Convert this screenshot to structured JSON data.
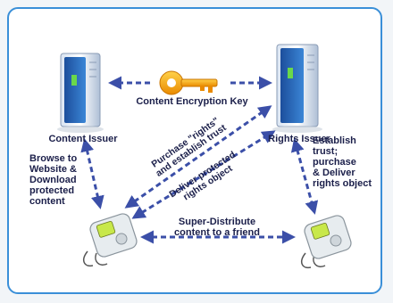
{
  "nodes": {
    "content_issuer": "Content Issuer",
    "rights_issuer": "Rights Issuer"
  },
  "edges": {
    "key_label": "Content Encryption Key",
    "browse_label": "Browse to\nWebsite &\nDownload\nprotected\ncontent",
    "purchase_label": "Purchase \"rights\"\nand establish trust",
    "deliver_label": "Deliver protected\nrights object",
    "establish_label": "Establish\ntrust;\npurchase\n& Deliver\nrights object",
    "superdistribute_label": "Super-Distribute\ncontent to a friend"
  },
  "icons": [
    "server-icon",
    "key-icon",
    "music-player-icon"
  ],
  "colors": {
    "arrow": "#3b4fa8",
    "server_blue": "#2b6fc0",
    "key_orange": "#f5a200",
    "frame_border": "#3a8fd8"
  }
}
